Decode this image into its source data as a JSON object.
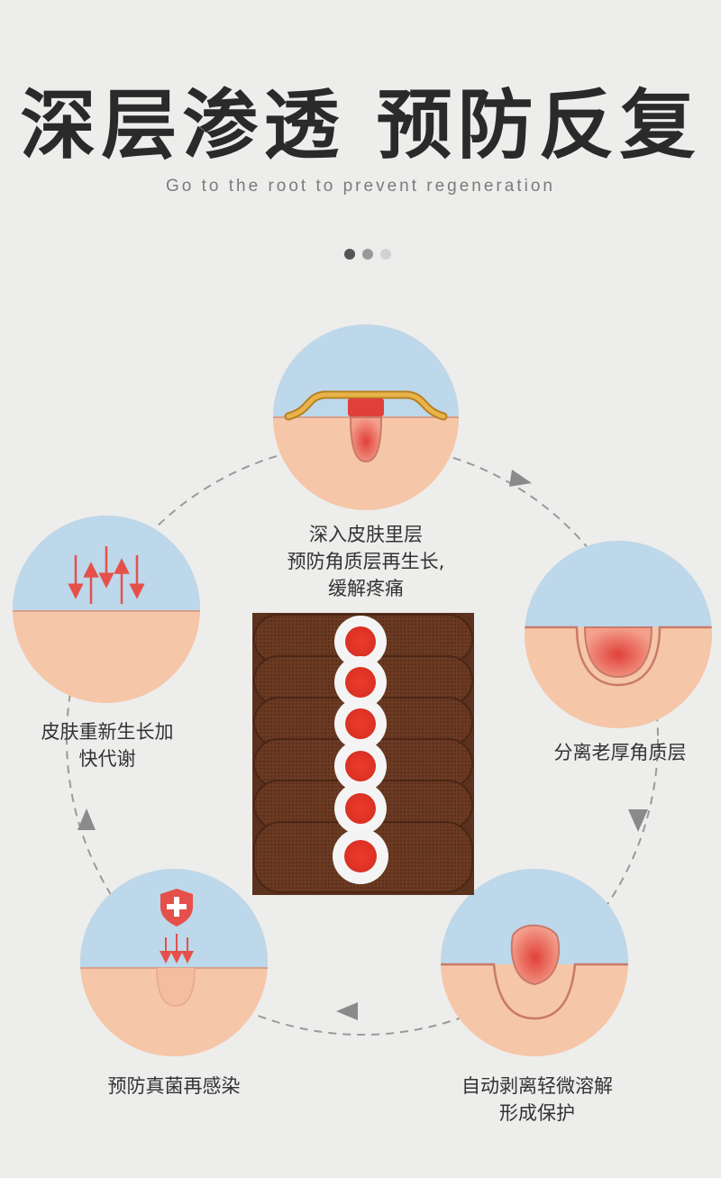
{
  "header": {
    "title": "深层渗透 预防反复",
    "subtitle": "Go to the root to prevent regeneration"
  },
  "pager": {
    "count": 3,
    "active_index": 0
  },
  "steps": [
    {
      "lines": [
        "深入皮肤里层",
        "预防角质层再生长,",
        "缓解疼痛"
      ],
      "icon": "skin-patch-penetration-icon"
    },
    {
      "lines": [
        "分离老厚角质层"
      ],
      "icon": "callus-separation-icon"
    },
    {
      "lines": [
        "自动剥离轻微溶解",
        "形成保护"
      ],
      "icon": "callus-peeling-icon"
    },
    {
      "lines": [
        "预防真菌再感染"
      ],
      "icon": "shield-protection-icon"
    },
    {
      "lines": [
        "皮肤重新生长加",
        "快代谢"
      ],
      "icon": "skin-regrowth-arrows-icon"
    }
  ],
  "product": {
    "icon": "corn-plaster-stack-icon",
    "patch_count": 6
  },
  "colors": {
    "background": "#ededec",
    "title": "#2a2a2a",
    "sky": "#bcd8ea",
    "skin": "#f6c6a8",
    "skin_line": "#c97a6a",
    "core_red": "#e0403a",
    "patch_brown": "#6b3a22",
    "pad_gold": "#e8b44a",
    "arrow_red": "#e6504a",
    "dashed": "#9a9a9a"
  }
}
